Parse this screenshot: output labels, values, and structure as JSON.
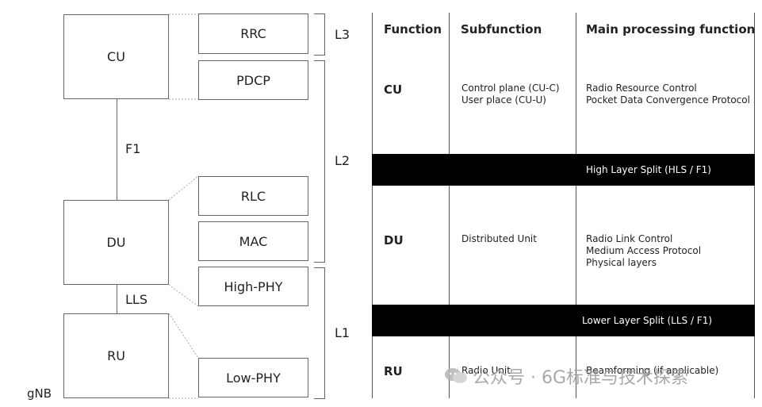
{
  "diagram": {
    "nodes": {
      "cu": "CU",
      "du": "DU",
      "ru": "RU"
    },
    "interfaces": {
      "f1": "F1",
      "lls": "LLS"
    },
    "layers": {
      "rrc": "RRC",
      "pdcp": "PDCP",
      "rlc": "RLC",
      "mac": "MAC",
      "high_phy": "High-PHY",
      "low_phy": "Low-PHY"
    },
    "brackets": {
      "l3": "L3",
      "l2": "L2",
      "l1": "L1"
    },
    "footer": "gNB"
  },
  "table": {
    "headers": [
      "Function",
      "Subfunction",
      "Main processing function"
    ],
    "rows": [
      {
        "function": "CU",
        "subfunction": [
          "Control plane (CU-C)",
          "User place (CU-U)"
        ],
        "main": [
          "Radio Resource Control",
          "Pocket Data Convergence Protocol"
        ]
      },
      {
        "function": "DU",
        "subfunction": [
          "Distributed Unit"
        ],
        "main": [
          "Radio Link Control",
          "Medium Access Protocol",
          "Physical layers"
        ]
      },
      {
        "function": "RU",
        "subfunction": [
          "Radio Unit"
        ],
        "main": [
          "Beamforming (if applicable)"
        ]
      }
    ],
    "bands": [
      "High Layer Split (HLS / F1)",
      "Lower Layer Split (LLS / F1)"
    ]
  },
  "watermark": {
    "text": "公众号 · 6G标准与技术探索",
    "icon": "wechat-icon"
  }
}
